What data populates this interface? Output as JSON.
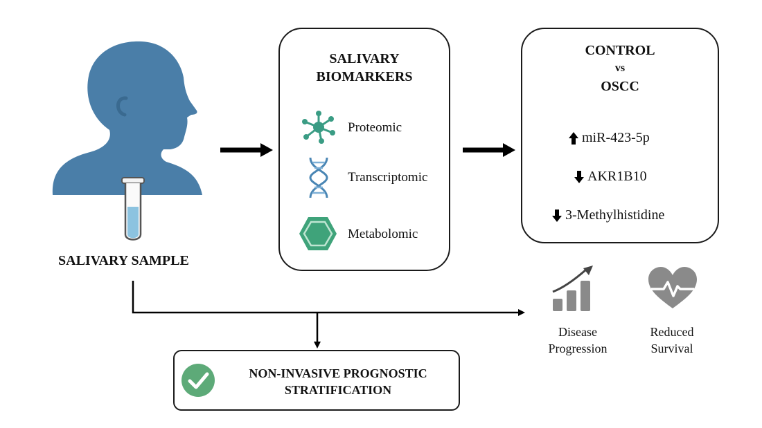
{
  "sample": {
    "label": "SALIVARY SAMPLE"
  },
  "biomarkers": {
    "title_line1": "SALIVARY",
    "title_line2": "BIOMARKERS",
    "items": [
      {
        "label": "Proteomic",
        "icon": "protein-icon",
        "color": "#3a9c84"
      },
      {
        "label": "Transcriptomic",
        "icon": "dna-icon",
        "color": "#4a86b4"
      },
      {
        "label": "Metabolomic",
        "icon": "hexagon-icon",
        "color": "#3fa37a"
      }
    ]
  },
  "comparison": {
    "title_line1": "CONTROL",
    "title_line2": "vs",
    "title_line3": "OSCC",
    "markers": [
      {
        "direction": "up",
        "label": "miR-423-5p"
      },
      {
        "direction": "down",
        "label": "AKR1B10"
      },
      {
        "direction": "down",
        "label": "3-Methylhistidine"
      }
    ]
  },
  "outcomes": [
    {
      "line1": "Disease",
      "line2": "Progression",
      "icon": "bar-chart-trend-icon"
    },
    {
      "line1": "Reduced",
      "line2": "Survival",
      "icon": "heartbeat-icon"
    }
  ],
  "result": {
    "line1": "NON-INVASIVE PROGNOSTIC",
    "line2": "STRATIFICATION",
    "icon": "checkmark-icon",
    "icon_color": "#5daa78"
  },
  "colors": {
    "head": "#4a7ea8",
    "tube_liquid": "#8cc3e0",
    "outcome_gray": "#8a8a8a"
  }
}
